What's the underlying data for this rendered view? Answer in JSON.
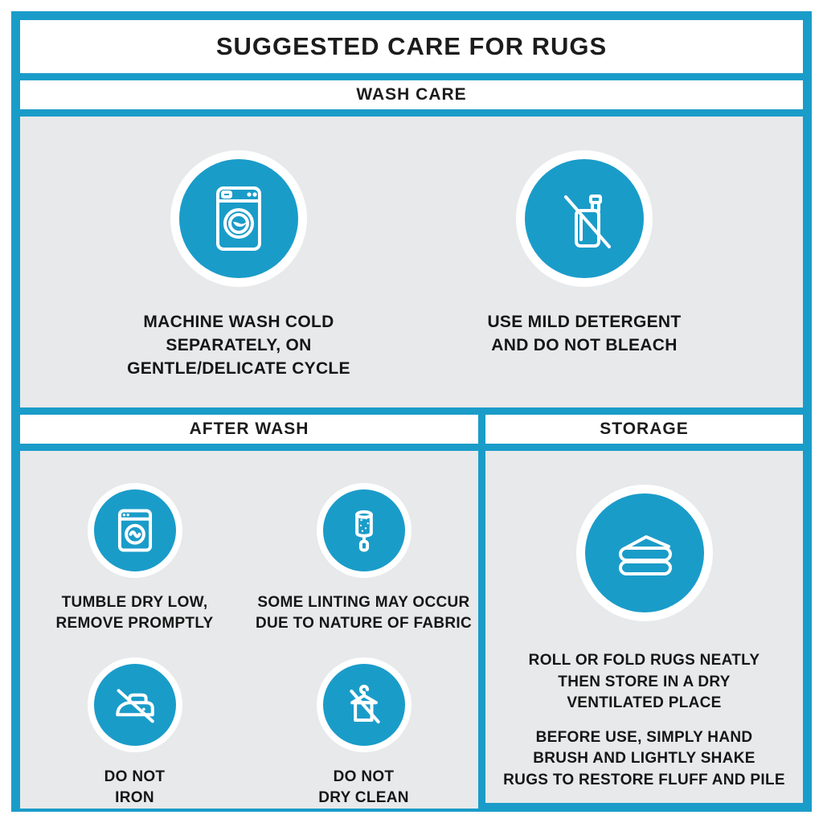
{
  "title": "SUGGESTED CARE FOR RUGS",
  "colors": {
    "accent": "#1a9cc9",
    "panel_white": "#ffffff",
    "content_gray": "#e7e9ea",
    "text": "#1c1c1c"
  },
  "sections": {
    "wash_care": {
      "header": "WASH CARE",
      "items": [
        {
          "icon": "washing-machine-icon",
          "caption": "MACHINE WASH COLD\nSEPARATELY, ON\nGENTLE/DELICATE CYCLE"
        },
        {
          "icon": "no-bleach-icon",
          "caption": "USE MILD DETERGENT\nAND DO NOT BLEACH"
        }
      ]
    },
    "after_wash": {
      "header": "AFTER WASH",
      "items": [
        {
          "icon": "tumble-dry-icon",
          "caption": "TUMBLE DRY LOW,\nREMOVE PROMPTLY"
        },
        {
          "icon": "lint-roller-icon",
          "caption": "SOME LINTING MAY OCCUR\nDUE TO NATURE OF FABRIC"
        },
        {
          "icon": "do-not-iron-icon",
          "caption": "DO NOT\nIRON"
        },
        {
          "icon": "do-not-dry-clean-icon",
          "caption": "DO NOT\nDRY CLEAN"
        }
      ]
    },
    "storage": {
      "header": "STORAGE",
      "icon": "folded-rug-icon",
      "captions": [
        "ROLL OR FOLD RUGS NEATLY\nTHEN STORE IN A DRY\nVENTILATED PLACE",
        "BEFORE USE, SIMPLY HAND\nBRUSH AND LIGHTLY SHAKE\nRUGS TO RESTORE FLUFF AND PILE"
      ]
    }
  }
}
